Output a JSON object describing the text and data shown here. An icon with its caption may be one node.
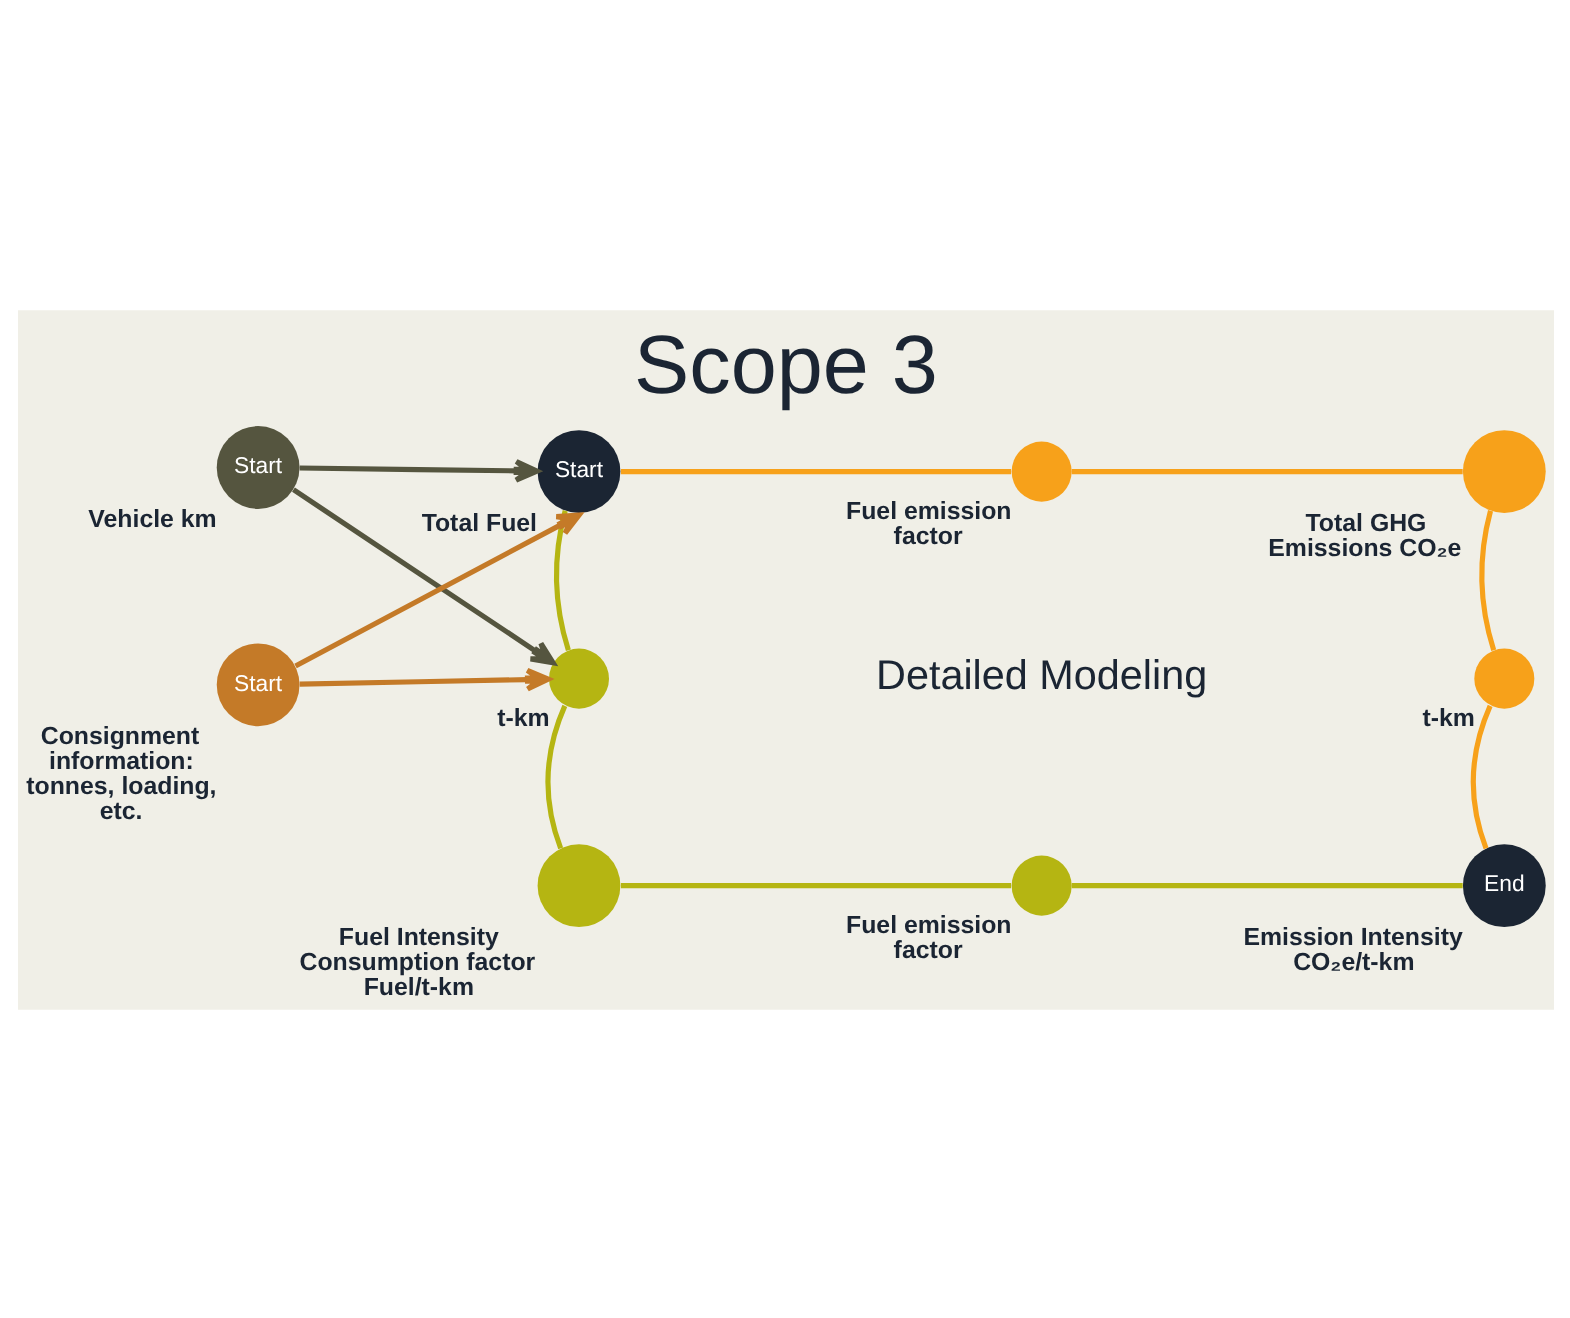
{
  "diagram": {
    "title": "Scope 3",
    "nodes": [
      {
        "text": [
          "Start"
        ],
        "beside": [
          "Vehicle km"
        ]
      },
      {
        "text": [
          "Start"
        ],
        "beside": [
          "Total Fuel"
        ]
      },
      {
        "text": [
          "Start"
        ],
        "beside": [
          "Consignment information: tonnes, loading, etc."
        ]
      },
      {
        "text": [],
        "shape": "circle",
        "beside": [
          "t-km"
        ]
      },
      {
        "text": [],
        "shape": "circle",
        "beside": [
          "Fuel emission factor"
        ]
      },
      {
        "text": [],
        "shape": "circle",
        "beside": [
          "Total GHG Emissions CO₂e"
        ]
      },
      {
        "text": [],
        "shape": "circle",
        "beside": [
          "t-km"
        ]
      },
      {
        "text": [],
        "shape": "circle",
        "beside": [
          "Fuel Intensity Consumption factor Fuel/t-km"
        ]
      },
      {
        "text": [],
        "shape": "circle",
        "beside": [
          "Fuel emission factor"
        ]
      },
      {
        "text": [
          "End"
        ],
        "beside": [
          "Emission Intensity CO₂e/t-km"
        ]
      }
    ],
    "edges": [
      {
        "from": 0,
        "to": 1,
        "arrow": "to",
        "color": "#55553f"
      },
      {
        "from": 0,
        "to": 3,
        "arrow": "to",
        "color": "#55553f"
      },
      {
        "from": 2,
        "to": 1,
        "arrow": "to",
        "color": "#c47a28"
      },
      {
        "from": 2,
        "to": 3,
        "arrow": "to",
        "color": "#c47a28"
      },
      {
        "from": 1,
        "to": 4,
        "arrow": "none",
        "color": "#f7a11a"
      },
      {
        "from": 4,
        "to": 5,
        "arrow": "none",
        "color": "#f7a11a"
      },
      {
        "from": 5,
        "to": 6,
        "arrow": "none",
        "color": "#f7a11a"
      },
      {
        "from": 6,
        "to": 9,
        "arrow": "none",
        "color": "#f7a11a"
      },
      {
        "from": 1,
        "to": 3,
        "arrow": "none",
        "color": "#b5b512"
      },
      {
        "from": 3,
        "to": 7,
        "arrow": "none",
        "color": "#b5b512"
      },
      {
        "from": 7,
        "to": 8,
        "arrow": "none",
        "color": "#b5b512"
      },
      {
        "from": 8,
        "to": 9,
        "arrow": "none",
        "color": "#b5b512"
      }
    ],
    "labels": [
      "Detailed Modeling"
    ]
  }
}
